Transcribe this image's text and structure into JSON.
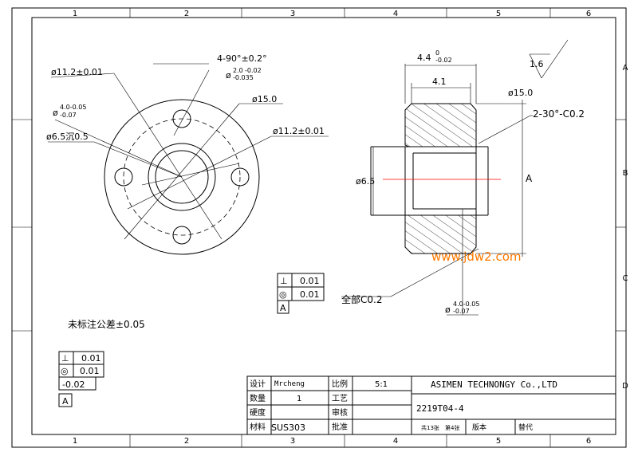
{
  "frame": {
    "columns": [
      "1",
      "2",
      "3",
      "4",
      "5",
      "6"
    ],
    "rows": [
      "A",
      "B",
      "C",
      "D"
    ]
  },
  "front_view": {
    "dim_d11_2_left": "ø11.2±0.01",
    "dim_holes_angle": "4-90°±0.2°",
    "dim_holes_dia_base": "ø",
    "dim_holes_dia_upper": "-0.02",
    "dim_holes_dia_lower": "-0.035",
    "dim_holes_dia_upper_prefix": "2.0",
    "dim_d15": "ø15.0",
    "dim_d4_base": "ø",
    "dim_d4_upper": "4.0-0.05",
    "dim_d4_lower": "-0.07",
    "dim_d6_5_counter": "ø6.5沉0.5",
    "dim_d11_2_right": "ø11.2±0.01"
  },
  "section_view": {
    "dim_4_4_base": "4.4",
    "dim_4_4_upper": "0",
    "dim_4_4_lower": "-0.02",
    "dim_4_1": "4.1",
    "roughness": "1.6",
    "dim_d15": "ø15.0",
    "chamfer_note": "2-30°-C0.2",
    "datum_label": "A",
    "dim_d6_5": "ø6.5",
    "chamfer_all": "全部C0.2",
    "dim_d4_base": "ø",
    "dim_d4_upper": "4.0-0.05",
    "dim_d4_lower": "-0.07"
  },
  "watermark": "www.jdw2.com",
  "gdt_mid": {
    "perp_symbol": "⊥",
    "perp_value": "0.01",
    "conc_symbol": "◎",
    "conc_value": "0.01",
    "datum": "A"
  },
  "general_tolerance": "未标注公差±0.05",
  "gdt_left": {
    "perp_symbol": "⊥",
    "perp_value": "0.01",
    "conc_symbol": "◎",
    "conc_value": "0.01",
    "flat_value": "-0.02",
    "datum": "A"
  },
  "title_block": {
    "design_label": "设计",
    "design_value": "Mrcheng",
    "scale_label": "比例",
    "scale_value": "5:1",
    "company": "ASIMEN TECHNONGY Co.,LTD",
    "qty_label": "数量",
    "qty_value": "1",
    "process_label": "工艺",
    "drawing_no": "2219T04-4",
    "hardness_label": "硬度",
    "review_label": "审核",
    "material_label": "材料",
    "material_value": "SUS303",
    "approve_label": "批准",
    "sheets_total": "共13张",
    "sheet_no": "第4张",
    "version_label": "版本",
    "replace_label": "替代"
  },
  "colors": {
    "line": "#000000",
    "centerline_red": "#ff0000",
    "watermark": "#ff7a00"
  }
}
